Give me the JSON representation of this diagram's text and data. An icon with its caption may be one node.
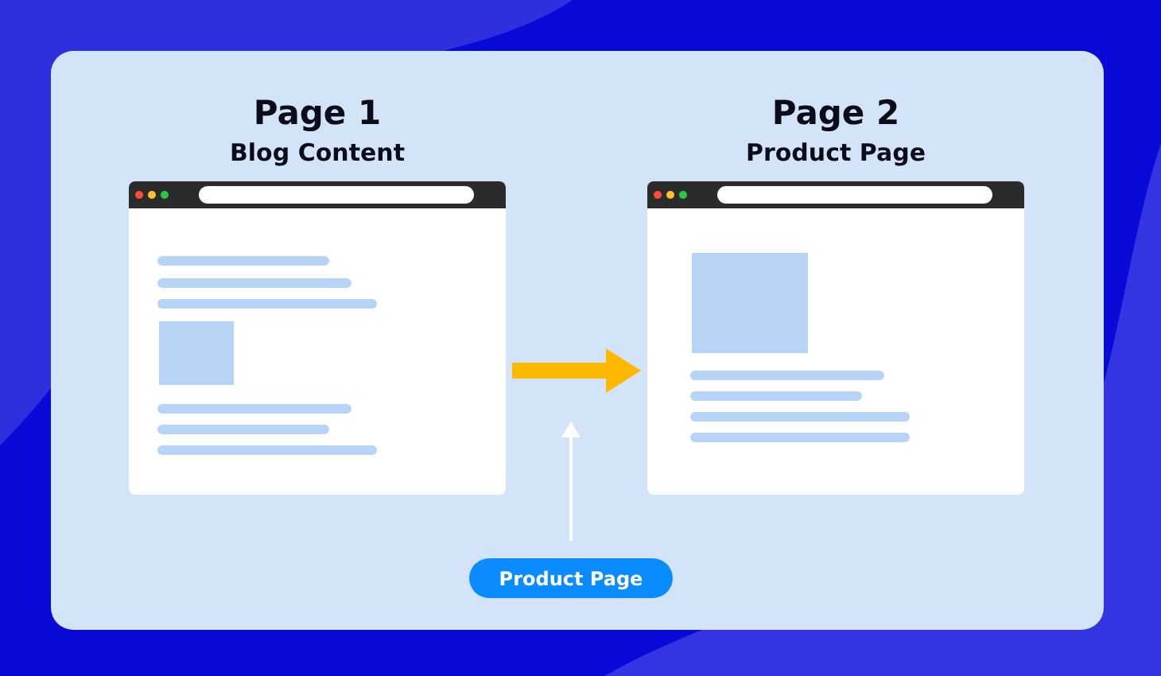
{
  "diagram": {
    "nodes": [
      {
        "text": [
          "Page 1",
          "Blog Content"
        ]
      },
      {
        "text": [
          "Page 2",
          "Product Page"
        ]
      },
      {
        "text": [
          "Product Page"
        ]
      }
    ],
    "edges": [
      {
        "from": 0,
        "to": 1,
        "arrow": "to",
        "style": "thick",
        "color": "#ffb800"
      },
      {
        "from": 2,
        "to": null,
        "arrow": "to",
        "color": "#ffffff"
      }
    ]
  }
}
